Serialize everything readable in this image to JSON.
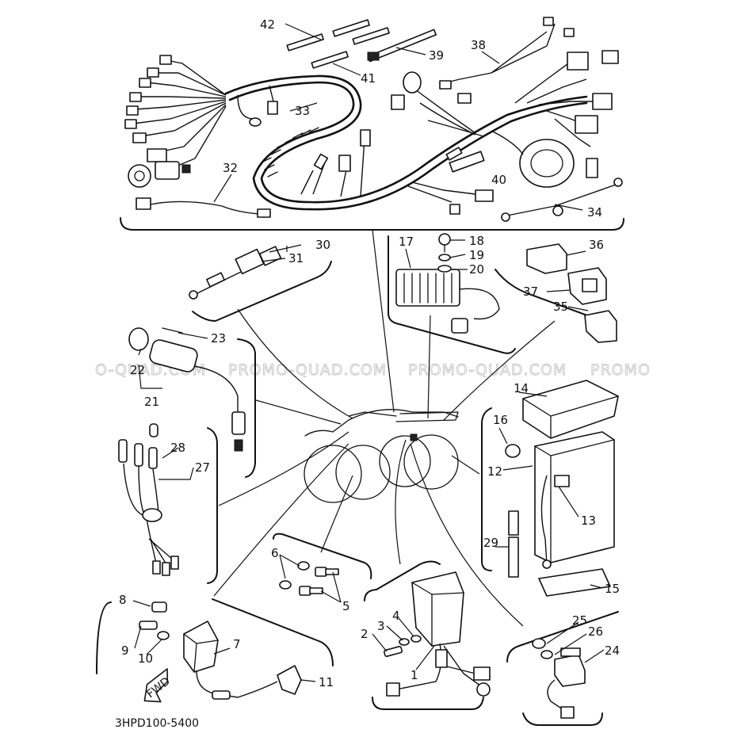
{
  "diagram": {
    "drawing_code": "3HPD100-5400",
    "fwd_label": "FWD",
    "stamp_40": "40",
    "watermarks": [
      "O-QUAD.COM",
      "PROMO-QUAD.COM",
      "PROMO-QUAD.COM",
      "PROMO"
    ],
    "callouts": [
      "1",
      "2",
      "3",
      "4",
      "5",
      "6",
      "7",
      "8",
      "9",
      "10",
      "11",
      "12",
      "13",
      "14",
      "15",
      "16",
      "17",
      "18",
      "19",
      "20",
      "21",
      "22",
      "23",
      "24",
      "25",
      "26",
      "27",
      "28",
      "29",
      "30",
      "31",
      "32",
      "33",
      "34",
      "35",
      "36",
      "37",
      "38",
      "39",
      "40",
      "41",
      "42"
    ]
  }
}
